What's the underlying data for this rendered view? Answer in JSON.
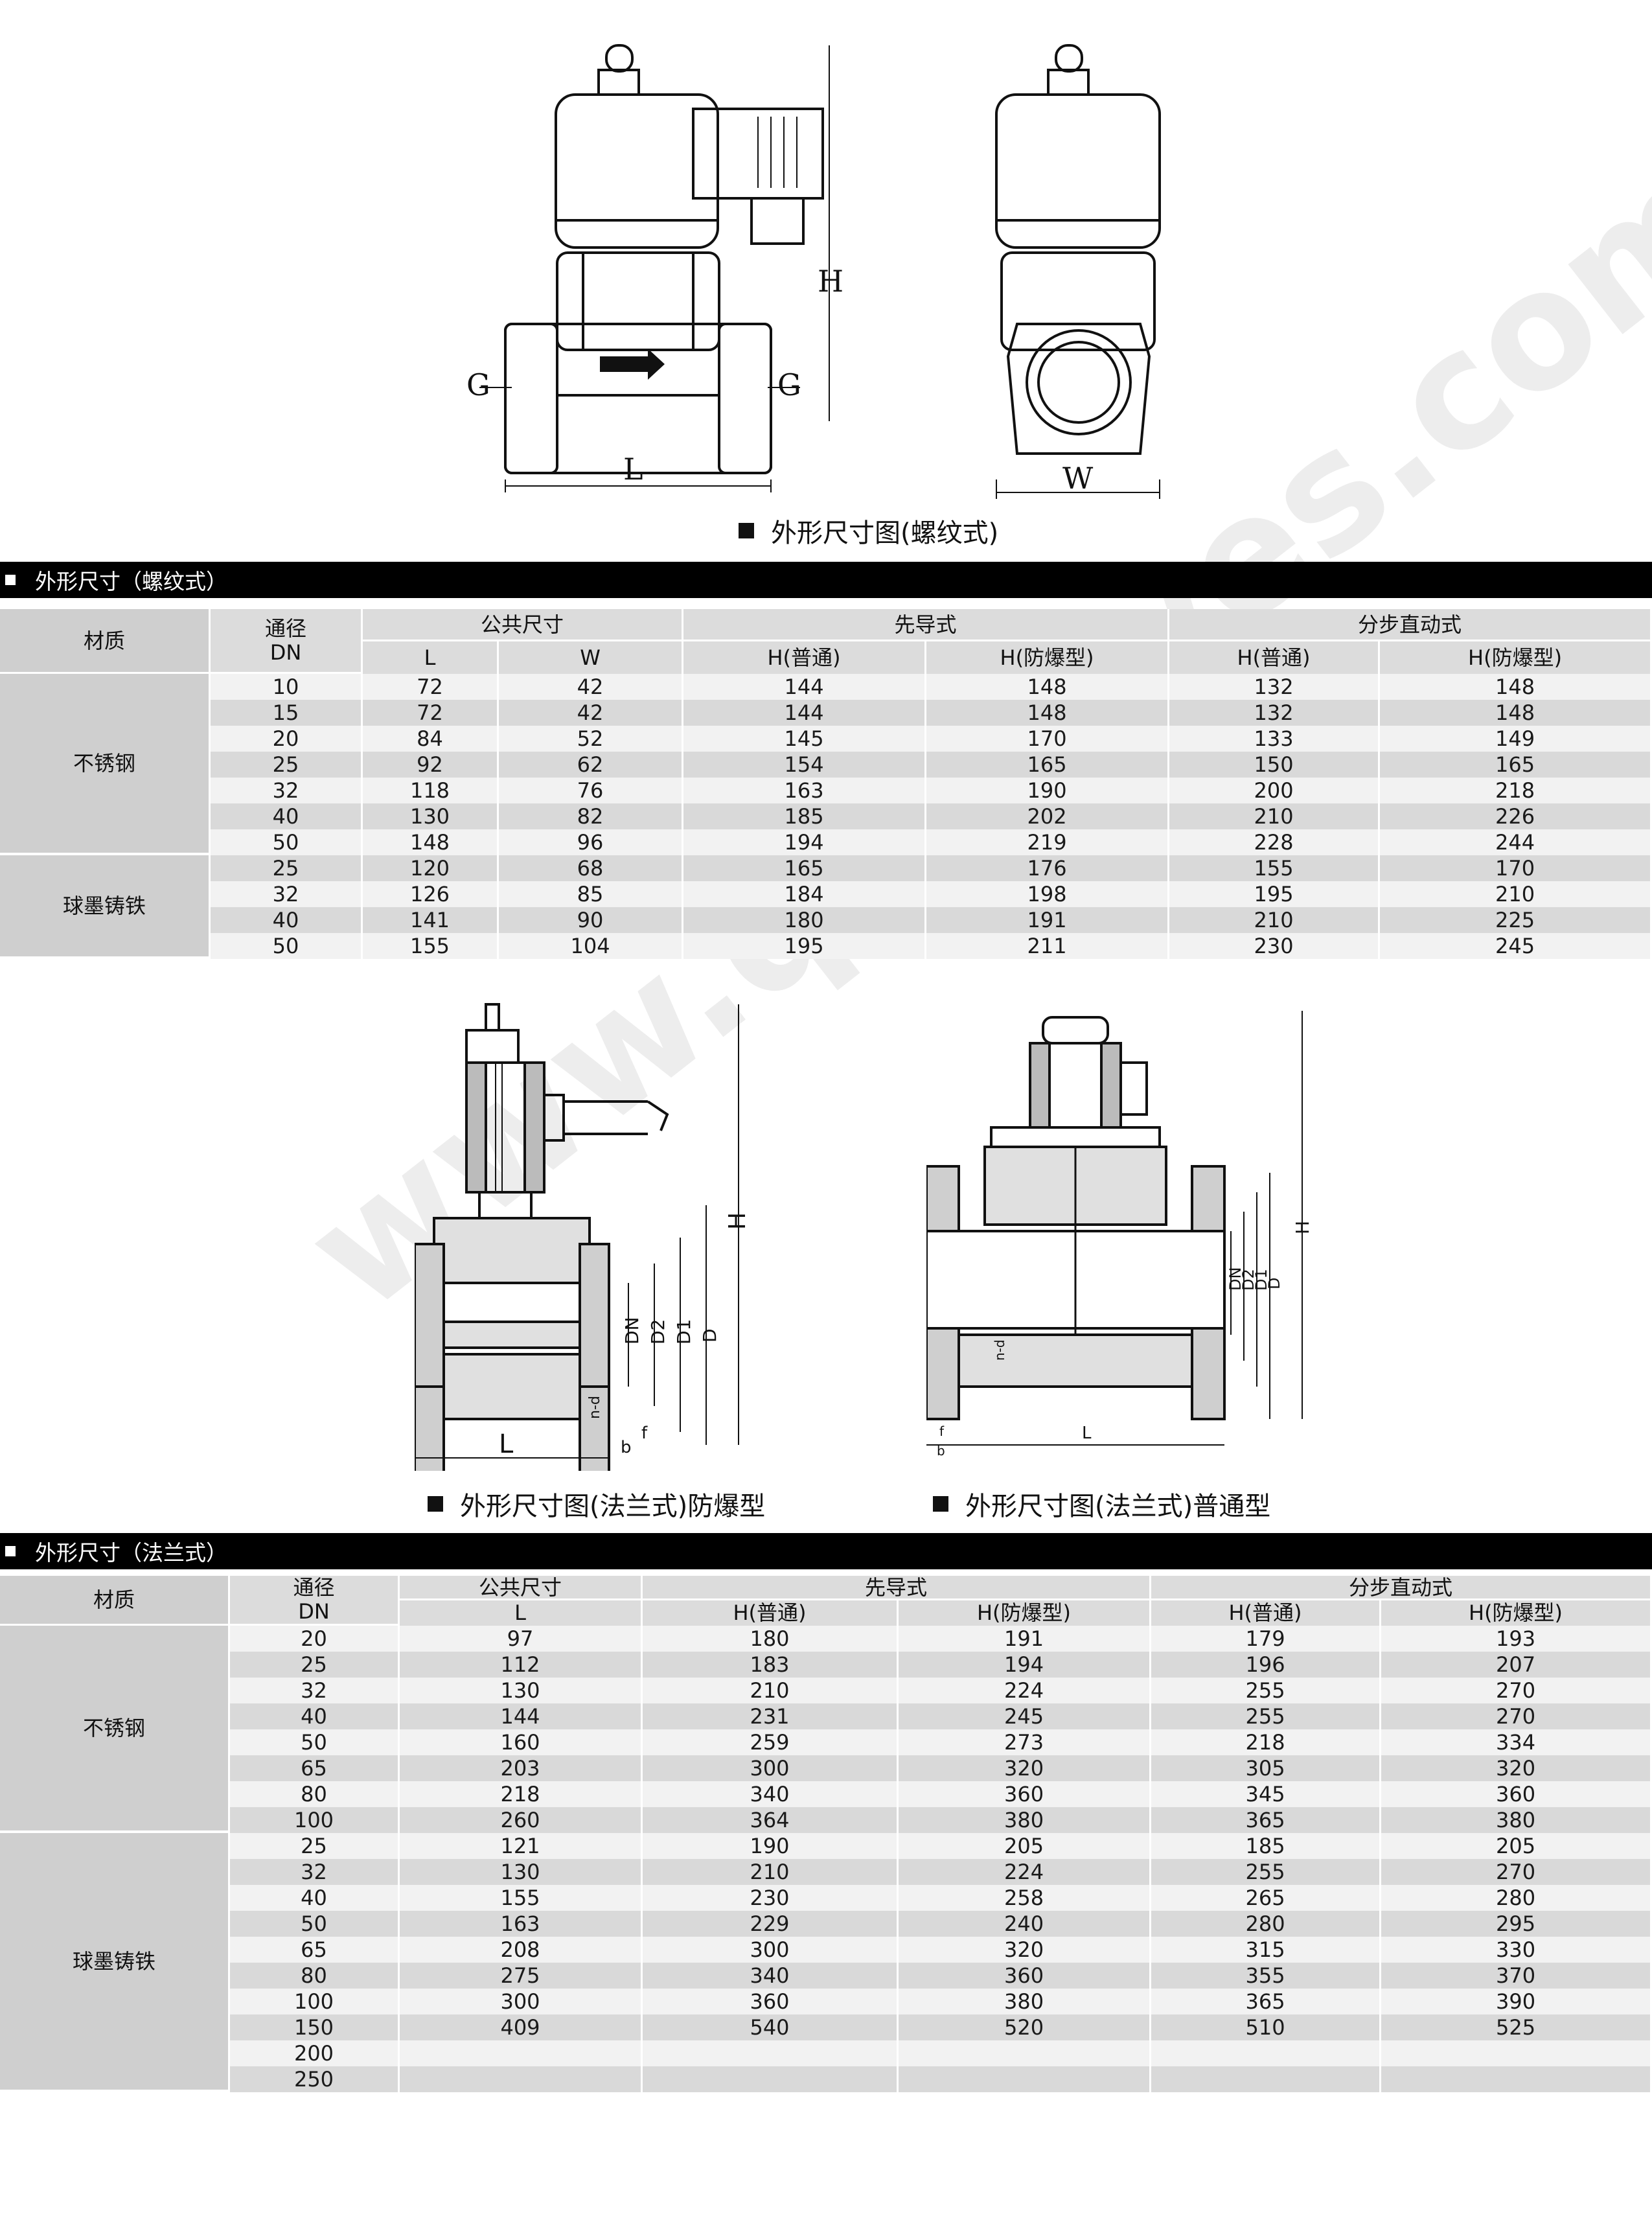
{
  "drawings": {
    "threaded": {
      "dim_h": "H",
      "dim_l": "L",
      "dim_w": "W",
      "dim_g": "G"
    },
    "flange_explosion": {
      "dim_h": "H",
      "dim_l": "L",
      "dim_dn": "DN",
      "dim_d2": "D2",
      "dim_d1": "D1",
      "dim_d": "D",
      "dim_nd": "n-d",
      "dim_b": "b",
      "dim_f": "f"
    },
    "flange_normal": {
      "dim_h": "H",
      "dim_l": "L",
      "dim_dn": "DN",
      "dim_d2": "D2",
      "dim_d1": "D1",
      "dim_d": "D",
      "dim_nd": "n-d",
      "dim_b": "b",
      "dim_f": "f"
    }
  },
  "captions": {
    "threaded": "外形尺寸图(螺纹式)",
    "flange_explosion": "外形尺寸图(法兰式)防爆型",
    "flange_normal": "外形尺寸图(法兰式)普通型"
  },
  "watermark": "www.qpvalves.com",
  "table1": {
    "bar_title": "外形尺寸（螺纹式）",
    "h_material": "材质",
    "h_dn": "通径\nDN",
    "h_common": "公共尺寸",
    "h_pilot": "先导式",
    "h_step": "分步直动式",
    "h_l": "L",
    "h_w": "W",
    "h_h_normal": "H(普通)",
    "h_h_explosion": "H(防爆型)",
    "groups": [
      {
        "material": "不锈钢",
        "rows": [
          [
            "10",
            "72",
            "42",
            "144",
            "148",
            "132",
            "148"
          ],
          [
            "15",
            "72",
            "42",
            "144",
            "148",
            "132",
            "148"
          ],
          [
            "20",
            "84",
            "52",
            "145",
            "170",
            "133",
            "149"
          ],
          [
            "25",
            "92",
            "62",
            "154",
            "165",
            "150",
            "165"
          ],
          [
            "32",
            "118",
            "76",
            "163",
            "190",
            "200",
            "218"
          ],
          [
            "40",
            "130",
            "82",
            "185",
            "202",
            "210",
            "226"
          ],
          [
            "50",
            "148",
            "96",
            "194",
            "219",
            "228",
            "244"
          ]
        ]
      },
      {
        "material": "球墨铸铁",
        "rows": [
          [
            "25",
            "120",
            "68",
            "165",
            "176",
            "155",
            "170"
          ],
          [
            "32",
            "126",
            "85",
            "184",
            "198",
            "195",
            "210"
          ],
          [
            "40",
            "141",
            "90",
            "180",
            "191",
            "210",
            "225"
          ],
          [
            "50",
            "155",
            "104",
            "195",
            "211",
            "230",
            "245"
          ]
        ]
      }
    ]
  },
  "table2": {
    "bar_title": "外形尺寸（法兰式）",
    "h_material": "材质",
    "h_dn": "通径\nDN",
    "h_common": "公共尺寸",
    "h_pilot": "先导式",
    "h_step": "分步直动式",
    "h_l": "L",
    "h_h_normal": "H(普通)",
    "h_h_explosion": "H(防爆型)",
    "groups": [
      {
        "material": "不锈钢",
        "rows": [
          [
            "20",
            "97",
            "180",
            "191",
            "179",
            "193"
          ],
          [
            "25",
            "112",
            "183",
            "194",
            "196",
            "207"
          ],
          [
            "32",
            "130",
            "210",
            "224",
            "255",
            "270"
          ],
          [
            "40",
            "144",
            "231",
            "245",
            "255",
            "270"
          ],
          [
            "50",
            "160",
            "259",
            "273",
            "218",
            "334"
          ],
          [
            "65",
            "203",
            "300",
            "320",
            "305",
            "320"
          ],
          [
            "80",
            "218",
            "340",
            "360",
            "345",
            "360"
          ],
          [
            "100",
            "260",
            "364",
            "380",
            "365",
            "380"
          ]
        ]
      },
      {
        "material": "球墨铸铁",
        "rows": [
          [
            "25",
            "121",
            "190",
            "205",
            "185",
            "205"
          ],
          [
            "32",
            "130",
            "210",
            "224",
            "255",
            "270"
          ],
          [
            "40",
            "155",
            "230",
            "258",
            "265",
            "280"
          ],
          [
            "50",
            "163",
            "229",
            "240",
            "280",
            "295"
          ],
          [
            "65",
            "208",
            "300",
            "320",
            "315",
            "330"
          ],
          [
            "80",
            "275",
            "340",
            "360",
            "355",
            "370"
          ],
          [
            "100",
            "300",
            "360",
            "380",
            "365",
            "390"
          ],
          [
            "150",
            "409",
            "540",
            "520",
            "510",
            "525"
          ],
          [
            "200",
            "",
            "",
            "",
            "",
            ""
          ],
          [
            "250",
            "",
            "",
            "",
            "",
            ""
          ]
        ]
      }
    ]
  }
}
